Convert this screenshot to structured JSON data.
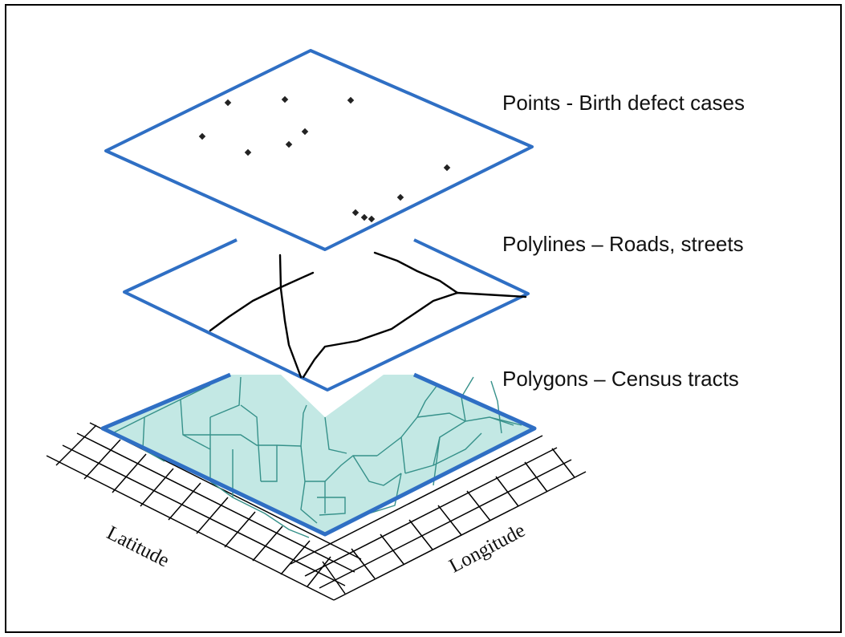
{
  "layers": [
    {
      "label": "Points - Birth defect cases"
    },
    {
      "label": "Polylines – Roads, streets"
    },
    {
      "label": "Polygons – Census tracts"
    }
  ],
  "axes": {
    "left": "Latitude",
    "right": "Longitude"
  },
  "colors": {
    "plane_edge": "#2f6fc4",
    "polygon_fill": "#c3e8e4",
    "polygon_edge": "#36918a",
    "lines": "#000000",
    "points": "#222222"
  },
  "icons": {
    "points": "point-marker",
    "polylines": "road-line",
    "polygons": "census-tract-polygon"
  }
}
